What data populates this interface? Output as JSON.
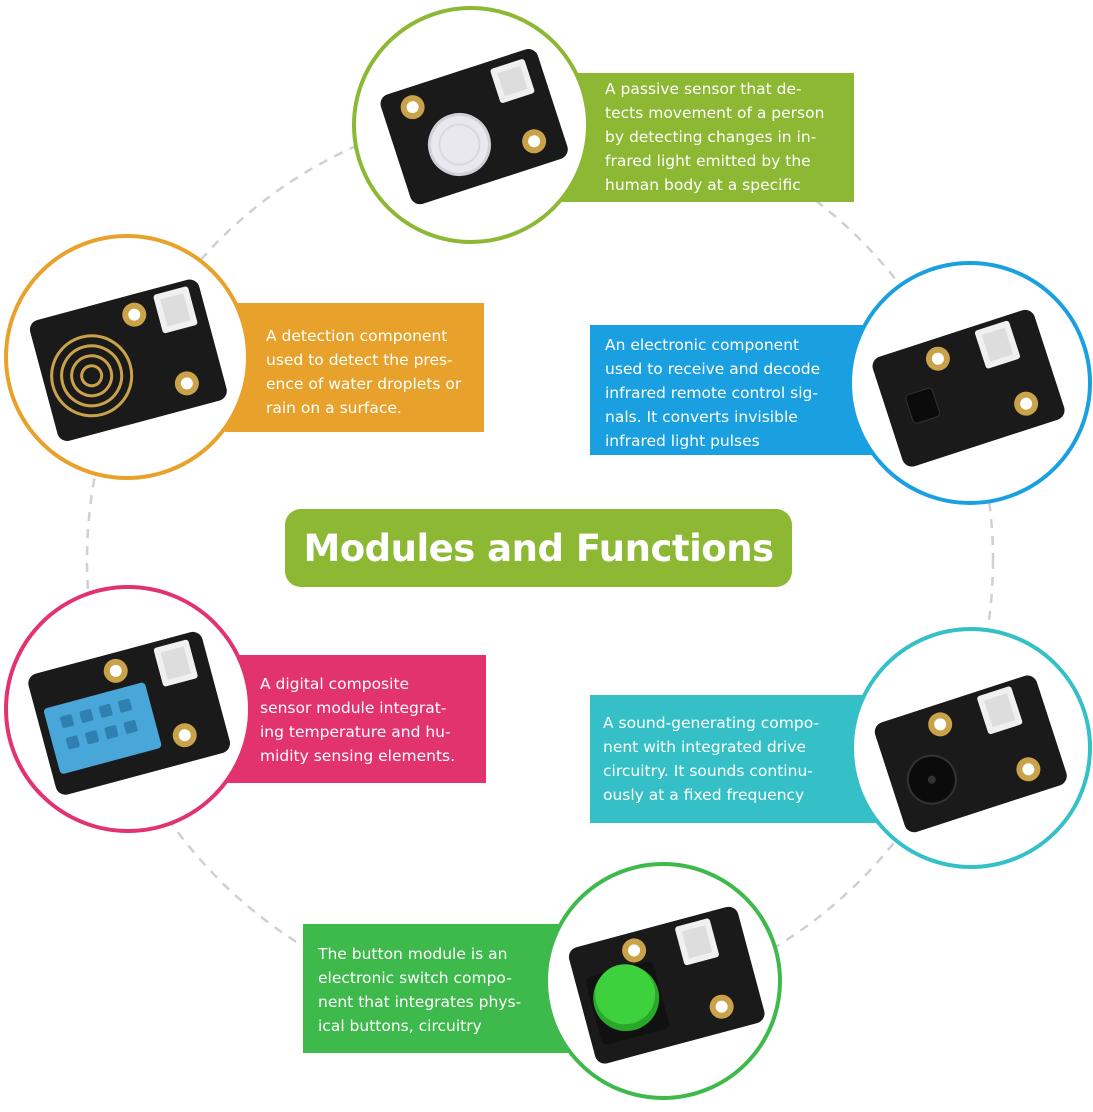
{
  "title": "Modules and Functions",
  "colors": {
    "pir": "#8cb834",
    "raindrop": "#e8a22c",
    "ir_receiver": "#1aa0e0",
    "dht11": "#e3336f",
    "buzzer": "#35c0c8",
    "button": "#3eb94b",
    "guide_line": "#d0d0d0"
  },
  "modules": {
    "pir": {
      "icon": "pir-motion-sensor-module-icon",
      "text": "A passive sensor that de-\ntects movement of a person\nby detecting changes in in-\nfrared light emitted by the\nhuman body at a specific"
    },
    "raindrop": {
      "icon": "raindrop-sensor-module-icon",
      "text": "A detection component\nused to detect the pres-\nence of water droplets or\nrain on a surface."
    },
    "ir_receiver": {
      "icon": "ir-receiver-module-icon",
      "text": "An electronic component\nused to receive and decode\ninfrared remote control sig-\nnals. It converts invisible\ninfrared light pulses"
    },
    "dht11": {
      "icon": "dht11-sensor-module-icon",
      "text": "A digital composite\nsensor module integrat-\ning temperature and hu-\nmidity sensing elements."
    },
    "buzzer": {
      "icon": "buzzer-module-icon",
      "text": "A sound-generating compo-\nnent with integrated drive\ncircuitry. It sounds continu-\nously at a fixed frequency"
    },
    "button": {
      "icon": "button-module-icon",
      "text": "The button module is an\nelectronic switch compo-\nnent that integrates phys-\nical buttons, circuitry"
    }
  }
}
